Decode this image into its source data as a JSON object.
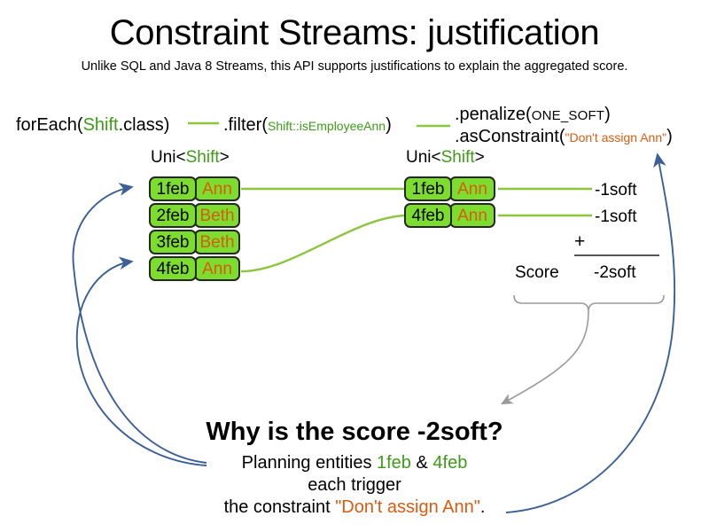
{
  "header": {
    "title": "Constraint Streams: justification",
    "subtitle": "Unlike SQL and Java 8 Streams, this API supports justifications to explain the aggregated score."
  },
  "colors": {
    "green_text": "#3E9C18",
    "orange_text": "#D95B10",
    "tuple_fill": "#7CDD2F",
    "tuple_border": "#262626",
    "connector_green": "#8CC63F",
    "arrow_blue": "#3B5F96",
    "brace_gray": "#9A9A9A"
  },
  "pipeline": {
    "foreach": {
      "prefix": "forEach(",
      "type": "Shift",
      "suffix": ".class)"
    },
    "filter": {
      "prefix": ".filter(",
      "method_ref": "Shift::isEmployeeAnn",
      "suffix": ")"
    },
    "penalize": {
      "prefix": ".penalize(",
      "score_level": "ONE_SOFT",
      "suffix": ")"
    },
    "as_constraint": {
      "prefix": ".asConstraint(",
      "constraint_name": "\"Don't assign Ann\"",
      "suffix": ")"
    }
  },
  "streams": {
    "left": {
      "header_prefix": "Uni<",
      "header_type": "Shift",
      "header_suffix": ">",
      "rows": [
        {
          "date": "1feb",
          "employee": "Ann"
        },
        {
          "date": "2feb",
          "employee": "Beth"
        },
        {
          "date": "3feb",
          "employee": "Beth"
        },
        {
          "date": "4feb",
          "employee": "Ann"
        }
      ]
    },
    "right": {
      "header_prefix": "Uni<",
      "header_type": "Shift",
      "header_suffix": ">",
      "rows": [
        {
          "date": "1feb",
          "employee": "Ann"
        },
        {
          "date": "4feb",
          "employee": "Ann"
        }
      ]
    }
  },
  "score": {
    "impacts": [
      "-1soft",
      "-1soft"
    ],
    "operator": "+",
    "label": "Score",
    "total": "-2soft"
  },
  "explanation": {
    "heading": "Why is the score -2soft?",
    "line1_prefix": "Planning entities ",
    "line1_entity_a": "1feb",
    "line1_amp": " & ",
    "line1_entity_b": "4feb",
    "line2": "each trigger",
    "line3_prefix": "the constraint ",
    "line3_constraint": "\"Don't assign Ann\"",
    "line3_suffix": "."
  }
}
